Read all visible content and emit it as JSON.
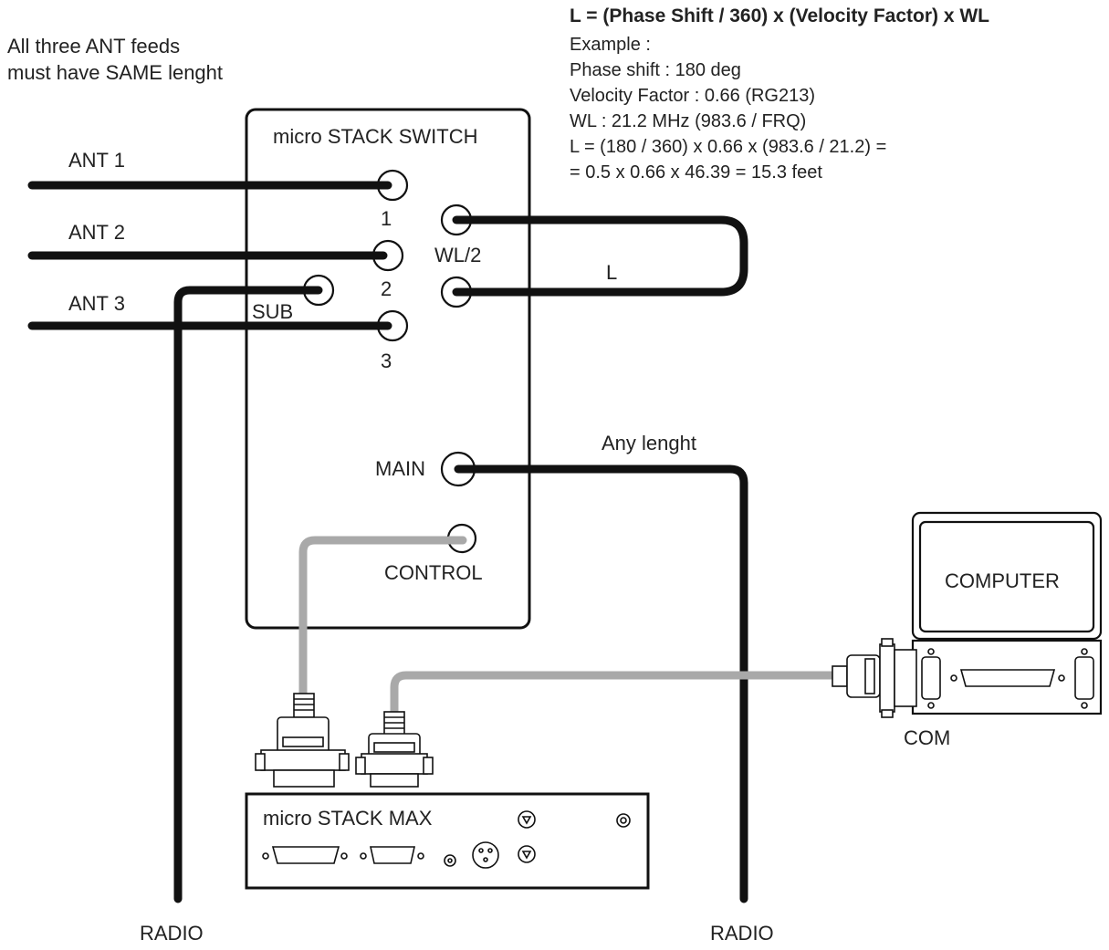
{
  "notes": {
    "same_length_line1": "All three ANT feeds",
    "same_length_line2": "must have SAME lenght"
  },
  "formula": {
    "title": "L = (Phase Shift / 360) x (Velocity Factor) x WL",
    "lines": [
      "Example :",
      "Phase shift : 180 deg",
      "Velocity Factor : 0.66 (RG213)",
      "WL : 21.2 MHz (983.6 / FRQ)",
      "L = (180 / 360) x 0.66 x (983.6 / 21.2) =",
      "= 0.5 x 0.66 x 46.39 = 15.3 feet"
    ]
  },
  "switch": {
    "title": "micro STACK SWITCH",
    "port_1": "1",
    "port_2": "2",
    "port_3": "3",
    "port_wl2": "WL/2",
    "port_sub": "SUB",
    "port_main": "MAIN",
    "port_control": "CONTROL"
  },
  "antennas": [
    "ANT 1",
    "ANT 2",
    "ANT 3"
  ],
  "cables": {
    "loop_label": "L",
    "main_label": "Any lenght"
  },
  "computer": {
    "label": "COMPUTER",
    "com_label": "COM"
  },
  "max": {
    "title": "micro STACK MAX"
  },
  "radio": {
    "left": "RADIO",
    "right": "RADIO"
  }
}
